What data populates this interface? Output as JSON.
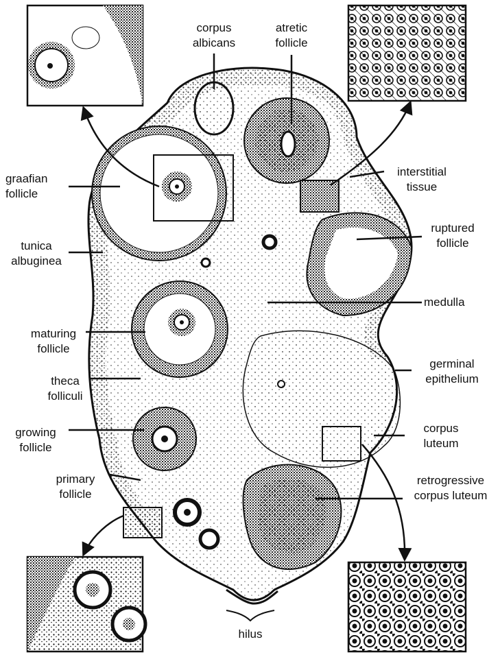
{
  "labels": {
    "corpus_albicans": [
      "corpus",
      "albicans"
    ],
    "atretic_follicle": [
      "atretic",
      "follicle"
    ],
    "graafian_follicle": [
      "graafian",
      "follicle"
    ],
    "interstitial_tissue": [
      "interstitial",
      "tissue"
    ],
    "tunica_albuginea": [
      "tunica",
      "albuginea"
    ],
    "ruptured_follicle": [
      "ruptured",
      "follicle"
    ],
    "medulla": "medulla",
    "maturing_follicle": [
      "maturing",
      "follicle"
    ],
    "germinal_epithelium": [
      "germinal",
      "epithelium"
    ],
    "theca_folliculi": [
      "theca",
      "folliculi"
    ],
    "growing_follicle": [
      "growing",
      "follicle"
    ],
    "corpus_luteum": [
      "corpus",
      "luteum"
    ],
    "primary_follicle": [
      "primary",
      "follicle"
    ],
    "retrogressive_corpus_luteum": [
      "retrogressive",
      "corpus luteum"
    ],
    "hilus": "hilus"
  },
  "colors": {
    "ink": "#111111",
    "tissue": "#d9d9d9",
    "background": "#ffffff"
  }
}
